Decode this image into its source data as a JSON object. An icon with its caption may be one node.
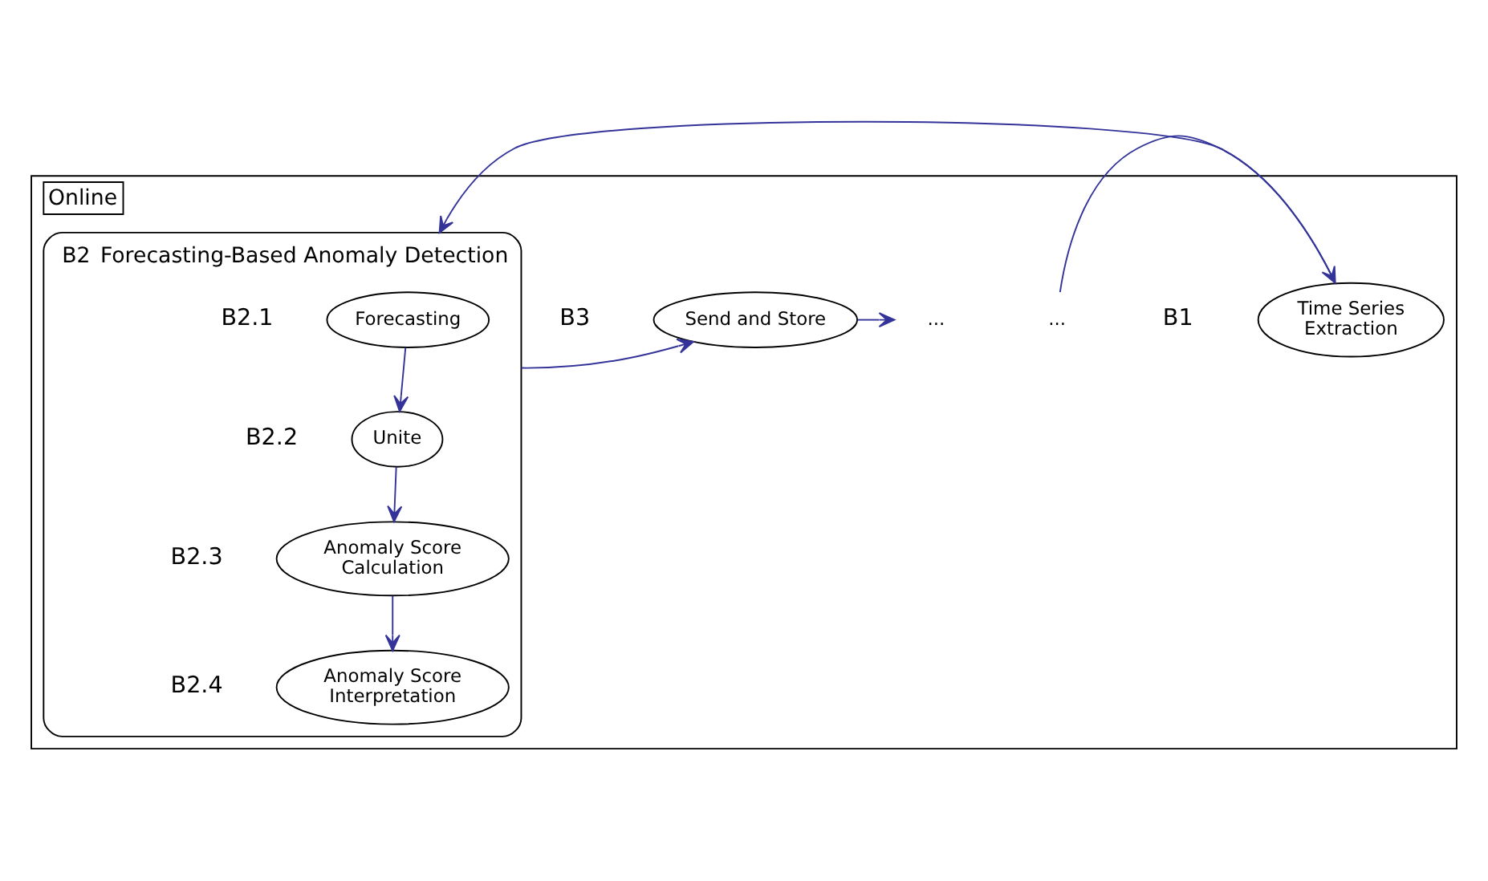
{
  "diagram": {
    "nodes": [
      {
        "text": [
          "Online"
        ]
      },
      {
        "text": [
          "..."
        ],
        "in": 0
      },
      {
        "text": [
          "Time Series Extraction"
        ],
        "beside": [
          "B1"
        ],
        "in": 0
      },
      {
        "text": [
          "Forecasting-Based Anomaly Detection"
        ],
        "beside": [
          "B2"
        ],
        "in": 0
      },
      {
        "text": [
          "Forecasting"
        ],
        "beside": [
          "B2.1"
        ],
        "in": 3
      },
      {
        "text": [
          "Unite"
        ],
        "beside": [
          "B2.2"
        ],
        "in": 3
      },
      {
        "text": [
          "Anomaly Score Calculation"
        ],
        "beside": [
          "B2.3"
        ],
        "in": 3
      },
      {
        "text": [
          "Anomaly Score Interpretation"
        ],
        "beside": [
          "B2.4"
        ],
        "in": 3
      },
      {
        "text": [
          "Send and Store"
        ],
        "beside": [
          "B3"
        ],
        "in": 0
      },
      {
        "text": [
          "..."
        ],
        "in": 0
      }
    ],
    "edges": [
      {
        "from": 1,
        "to": 2,
        "arrow": "to"
      },
      {
        "from": 2,
        "to": 3,
        "arrow": "to"
      },
      {
        "from": 4,
        "to": 5,
        "arrow": "to"
      },
      {
        "from": 5,
        "to": 6,
        "arrow": "to"
      },
      {
        "from": 6,
        "to": 7,
        "arrow": "to"
      },
      {
        "from": 3,
        "to": 8,
        "arrow": "to"
      },
      {
        "from": 8,
        "to": 9,
        "arrow": "to"
      }
    ]
  }
}
